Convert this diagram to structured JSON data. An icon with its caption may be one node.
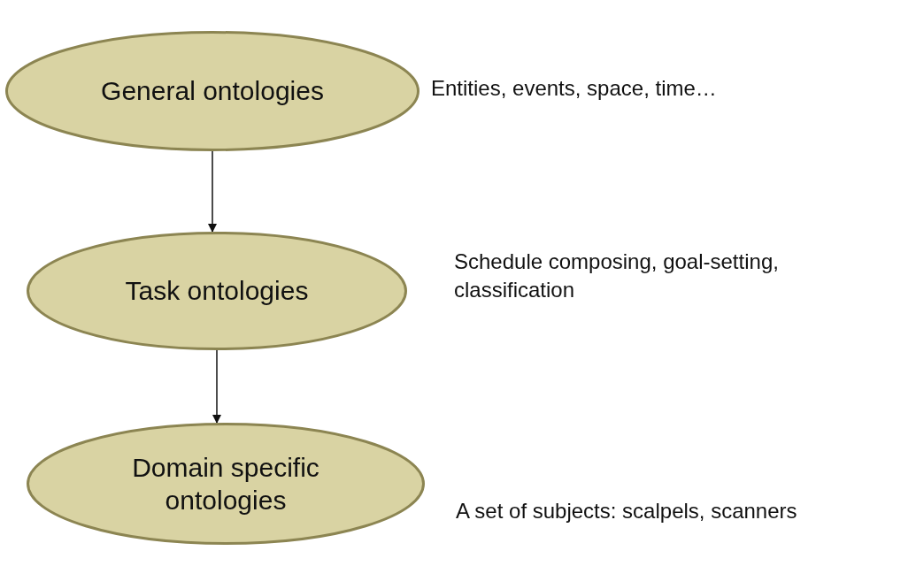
{
  "diagram": {
    "nodes": [
      {
        "text": [
          "General ontologies"
        ],
        "beside": [
          "Entities, events, space, time…"
        ]
      },
      {
        "text": [
          "Task ontologies"
        ],
        "beside": [
          "Schedule composing, goal-setting, classification"
        ]
      },
      {
        "text": [
          "Domain specific ontologies"
        ],
        "beside": [
          "A set of subjects: scalpels, scanners"
        ]
      }
    ],
    "edges": [
      {
        "from": 0,
        "to": 1,
        "arrow": "to"
      },
      {
        "from": 1,
        "to": 2,
        "arrow": "to"
      }
    ]
  }
}
